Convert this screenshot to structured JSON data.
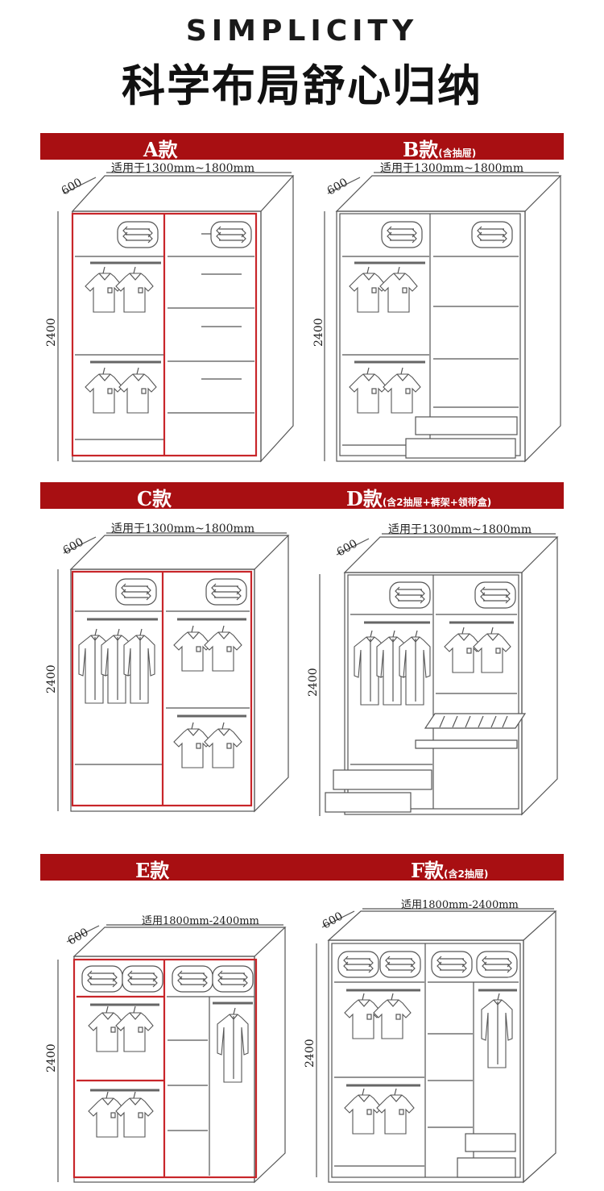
{
  "header": {
    "brand": "SIMPLICITY",
    "slogan": "科学布局舒心归纳"
  },
  "models": [
    {
      "id": "A",
      "title": "A款",
      "note": "",
      "width_range": "适用于1300mm~1800mm",
      "depth": "600",
      "height": "2400"
    },
    {
      "id": "B",
      "title": "B款",
      "note": "(含抽屉)",
      "width_range": "适用于1300mm~1800mm",
      "depth": "600",
      "height": "2400"
    },
    {
      "id": "C",
      "title": "C款",
      "note": "",
      "width_range": "适用于1300mm~1800mm",
      "depth": "600",
      "height": "2400"
    },
    {
      "id": "D",
      "title": "D款",
      "note": "(含2抽屉+裤架+领带盒)",
      "width_range": "适用于1300mm~1800mm",
      "depth": "600",
      "height": "2400"
    },
    {
      "id": "E",
      "title": "E款",
      "note": "",
      "width_range": "适用1800mm-2400mm",
      "depth": "600",
      "height": "2400"
    },
    {
      "id": "F",
      "title": "F款",
      "note": "(含2抽屉)",
      "width_range": "适用1800mm-2400mm",
      "depth": "600",
      "height": "2400"
    }
  ],
  "colors": {
    "banner": "#a80f12",
    "highlight_frame": "#c8262a",
    "line": "#555555"
  }
}
